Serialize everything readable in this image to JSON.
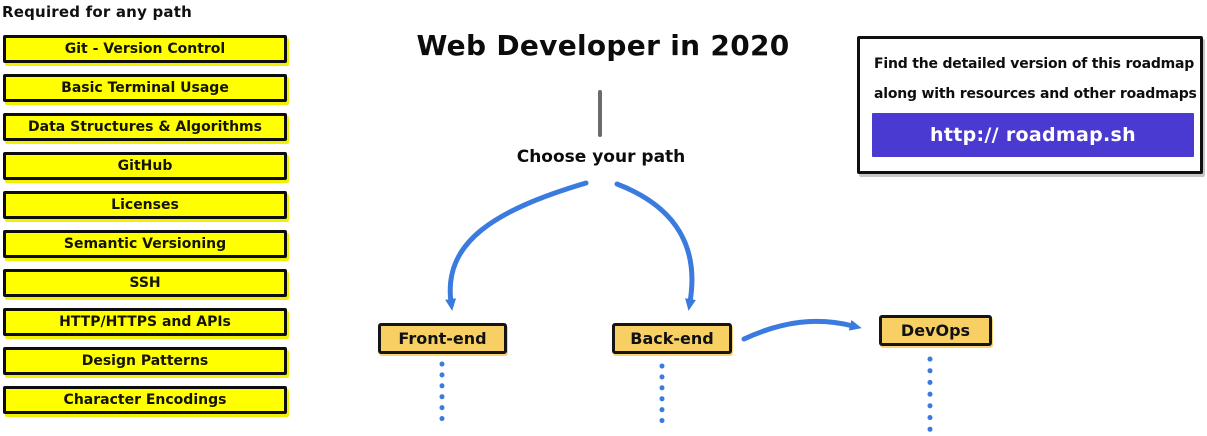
{
  "required": {
    "header": "Required for any path",
    "items": [
      "Git - Version Control",
      "Basic Terminal Usage",
      "Data Structures & Algorithms",
      "GitHub",
      "Licenses",
      "Semantic Versioning",
      "SSH",
      "HTTP/HTTPS and APIs",
      "Design Patterns",
      "Character Encodings"
    ]
  },
  "main": {
    "title": "Web Developer in 2020",
    "choose_label": "Choose your path",
    "paths": [
      {
        "label": "Front-end"
      },
      {
        "label": "Back-end"
      },
      {
        "label": "DevOps"
      }
    ]
  },
  "info_box": {
    "line1": "Find the detailed version of this roadmap",
    "line2": "along with resources and other roadmaps",
    "button_label": "http:// roadmap.sh"
  },
  "colors": {
    "required_fill": "#ffff00",
    "path_node_fill": "#f8cf63",
    "arrow_blue": "#3b7be0",
    "button_purple": "#4a3ad1",
    "stem_gray": "#6b6b6b",
    "border_black": "#101010"
  }
}
